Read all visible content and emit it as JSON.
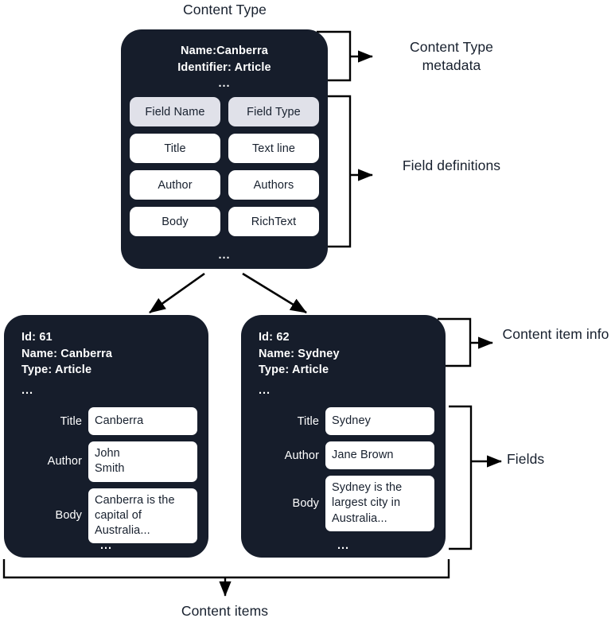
{
  "diagram": {
    "title_top": "Content Type",
    "title_bottom": "Content items",
    "colors": {
      "card_background": "#161d2b",
      "card_text": "#ffffff",
      "chip_header_background": "#e0e1e9",
      "chip_value_background": "#ffffff",
      "page_background": "#ffffff",
      "line_color": "#000000",
      "text_color": "#17202e"
    }
  },
  "content_type": {
    "metadata_lines": [
      "Name:Canberra",
      "Identifier: Article"
    ],
    "ellipsis_top": "...",
    "ellipsis_bottom": "...",
    "field_table": {
      "headers": [
        "Field Name",
        "Field Type"
      ],
      "rows": [
        [
          "Title",
          "Text line"
        ],
        [
          "Author",
          "Authors"
        ],
        [
          "Body",
          "RichText"
        ]
      ]
    }
  },
  "annotations": {
    "content_type_metadata": "Content Type metadata",
    "field_definitions": "Field definitions",
    "content_item_info": "Content item info",
    "fields": "Fields"
  },
  "content_items": [
    {
      "info_lines": [
        "Id: 61",
        "Name: Canberra",
        "Type: Article"
      ],
      "info_ellipsis": "...",
      "bottom_ellipsis": "...",
      "fields": [
        {
          "label": "Title",
          "value": "Canberra"
        },
        {
          "label": "Author",
          "value": "John\nSmith"
        },
        {
          "label": "Body",
          "value": "Canberra is the\ncapital of\nAustralia..."
        }
      ]
    },
    {
      "info_lines": [
        "Id: 62",
        "Name: Sydney",
        "Type: Article"
      ],
      "info_ellipsis": "...",
      "bottom_ellipsis": "...",
      "fields": [
        {
          "label": "Title",
          "value": "Sydney"
        },
        {
          "label": "Author",
          "value": "Jane Brown"
        },
        {
          "label": "Body",
          "value": "Sydney is the\nlargest city in\nAustralia..."
        }
      ]
    }
  ]
}
